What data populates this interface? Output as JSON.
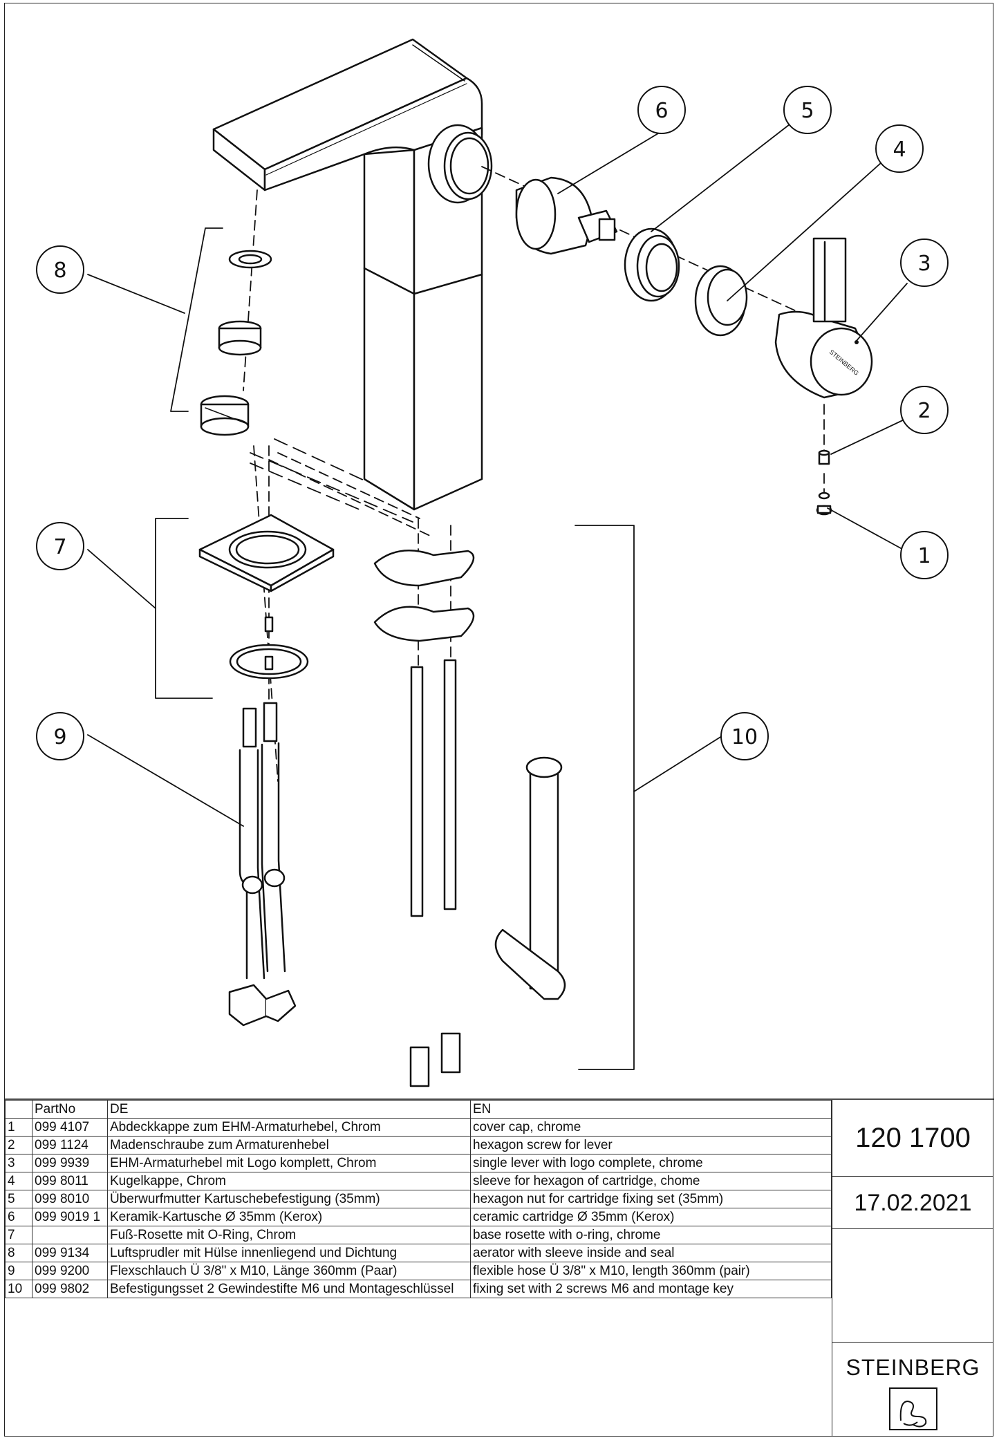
{
  "callouts": [
    "1",
    "2",
    "3",
    "4",
    "5",
    "6",
    "7",
    "8",
    "9",
    "10"
  ],
  "table": {
    "headers": [
      "",
      "PartNo",
      "DE",
      "EN"
    ],
    "rows": [
      {
        "no": "1",
        "part": "099 4107",
        "de": "Abdeckkappe zum EHM-Armaturhebel, Chrom",
        "en": "cover cap, chrome"
      },
      {
        "no": "2",
        "part": "099 1124",
        "de": "Madenschraube zum Armaturenhebel",
        "en": "hexagon screw for lever"
      },
      {
        "no": "3",
        "part": "099 9939",
        "de": "EHM-Armaturhebel mit Logo komplett, Chrom",
        "en": "single lever with logo complete, chrome"
      },
      {
        "no": "4",
        "part": "099 8011",
        "de": "Kugelkappe, Chrom",
        "en": "sleeve for hexagon of cartridge, chome"
      },
      {
        "no": "5",
        "part": "099 8010",
        "de": "Überwurfmutter Kartuschebefestigung (35mm)",
        "en": "hexagon nut for cartridge fixing set (35mm)"
      },
      {
        "no": "6",
        "part": "099 9019 1",
        "de": "Keramik-Kartusche Ø 35mm (Kerox)",
        "en": "ceramic cartridge Ø 35mm (Kerox)"
      },
      {
        "no": "7",
        "part": "",
        "de": "Fuß-Rosette mit O-Ring, Chrom",
        "en": "base rosette with o-ring, chrome"
      },
      {
        "no": "8",
        "part": "099 9134",
        "de": "Luftsprudler mit Hülse innenliegend und Dichtung",
        "en": "aerator with sleeve inside and seal"
      },
      {
        "no": "9",
        "part": "099 9200",
        "de": "Flexschlauch Ü 3/8\" x M10, Länge 360mm (Paar)",
        "en": "flexible hose Ü 3/8\" x M10, length 360mm (pair)"
      },
      {
        "no": "10",
        "part": "099 9802",
        "de": "Befestigungsset 2 Gewindestifte M6 und Montageschlüssel",
        "en": "fixing set with 2 screws M6 and montage key"
      }
    ]
  },
  "title_block": {
    "number": "120 1700",
    "date": "17.02.2021",
    "brand": "STEINBERG"
  },
  "logo_text": "STEINBERG",
  "icons": [
    "steinberg-logo-icon"
  ]
}
